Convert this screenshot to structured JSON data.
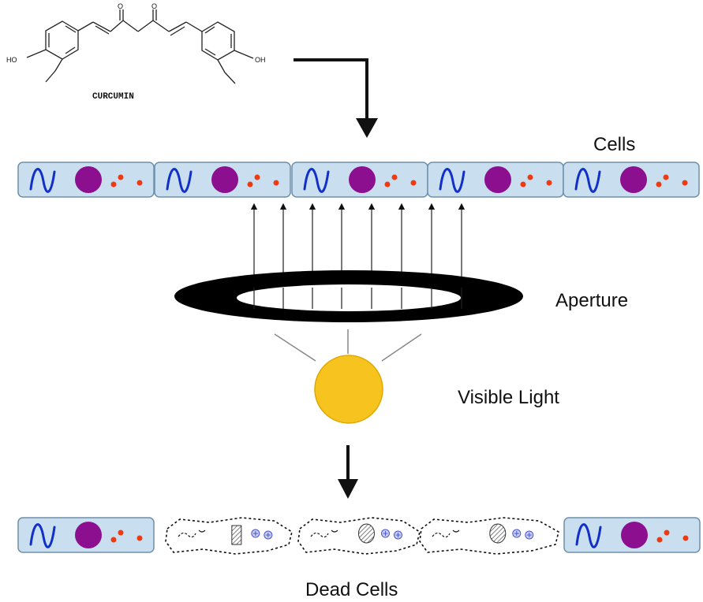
{
  "molecule": {
    "name": "CURCUMIN",
    "atom_labels": {
      "oh_left": "HO",
      "oh_right": "OH",
      "carbonyl": "O"
    }
  },
  "labels": {
    "cells": "Cells",
    "aperture": "Aperture",
    "light": "Visible Light",
    "dead": "Dead Cells"
  },
  "colors": {
    "cell_fill": "#c9dff0",
    "cell_stroke": "#6f8fa8",
    "nucleus": "#8b0f8f",
    "squiggle": "#1230c8",
    "dots": "#ee3a12",
    "light_source": "#f7c41f",
    "aperture": "#000000"
  },
  "top_row": [
    "cell",
    "cell",
    "cell",
    "cell",
    "cell"
  ],
  "bottom_row": [
    "cell",
    "dead",
    "dead",
    "dead",
    "cell"
  ]
}
